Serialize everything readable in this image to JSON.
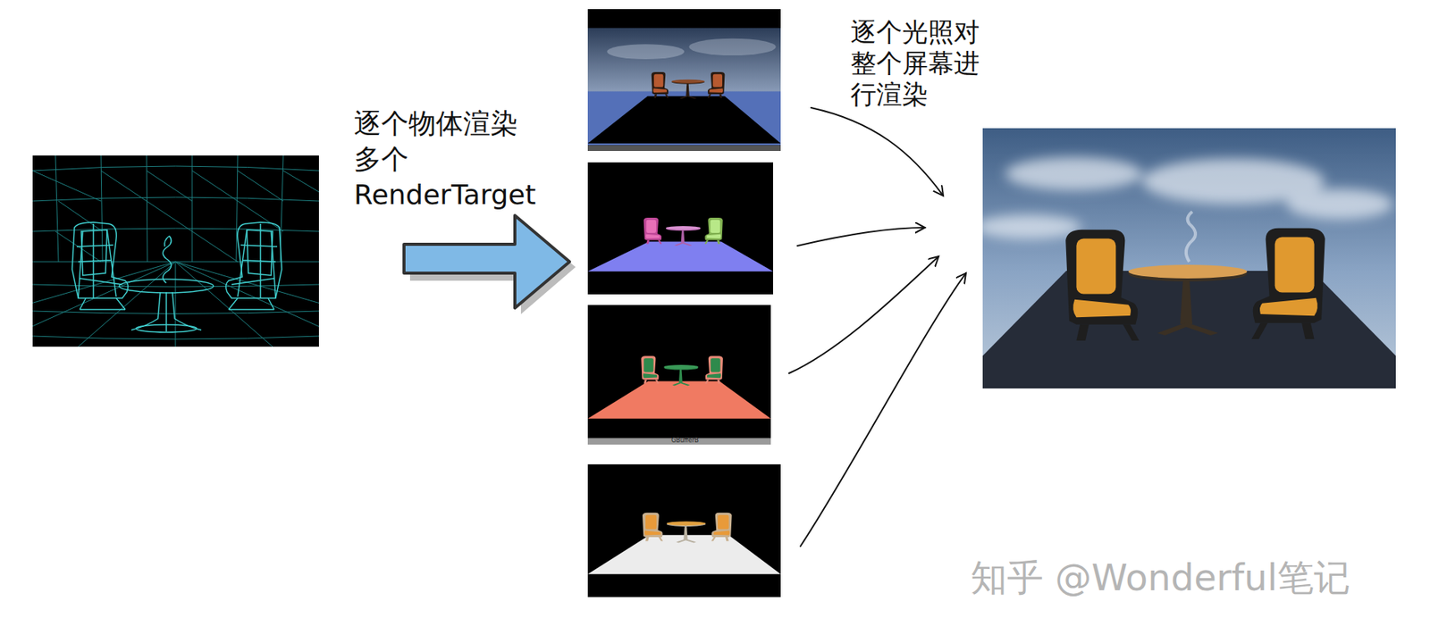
{
  "diagram": {
    "labels": [
      "逐个光照对 整个屏幕进 行渲染",
      "逐个物体渲染 多个 RenderTarget",
      "GBufferB",
      "知乎 @Wonderful笔记"
    ]
  }
}
